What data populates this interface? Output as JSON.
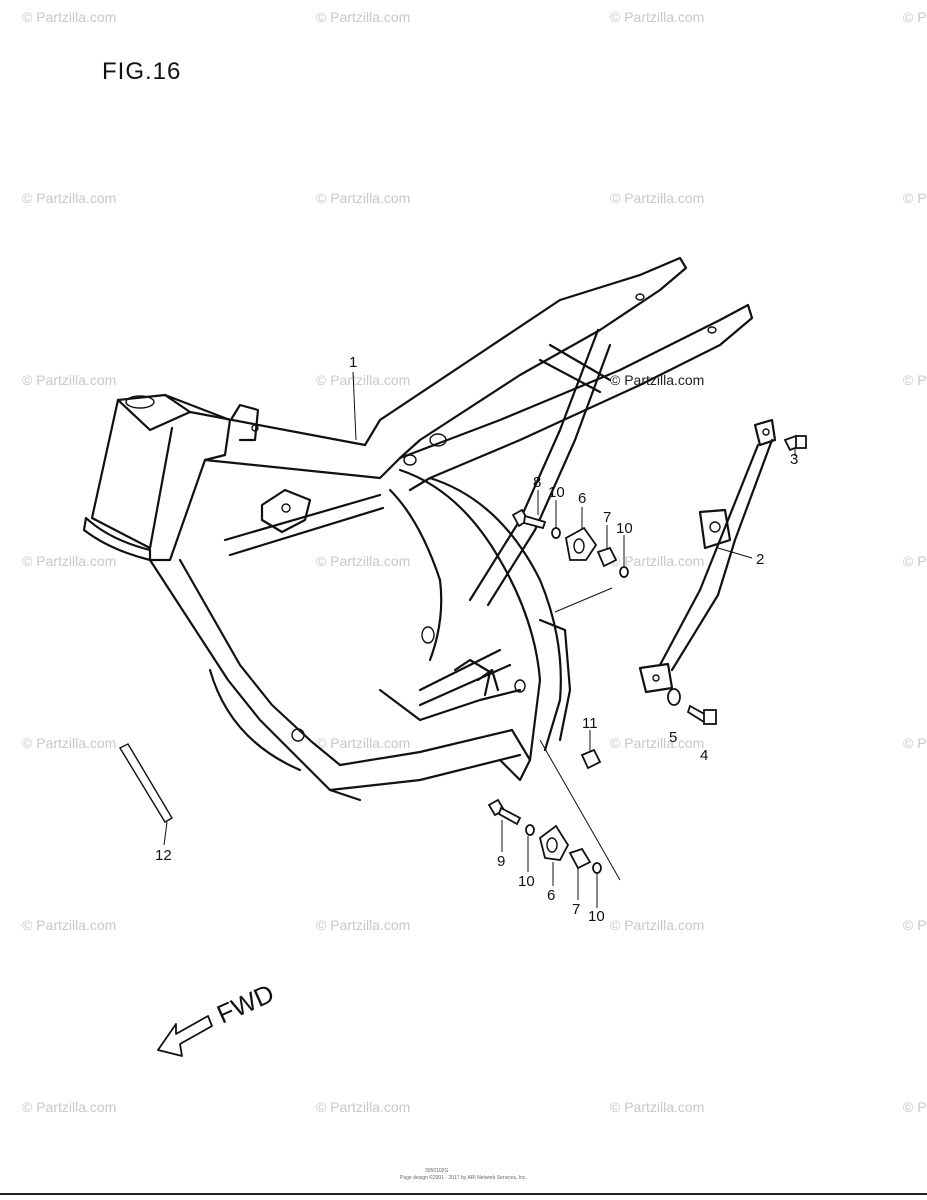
{
  "figure": {
    "title": "FIG.16"
  },
  "watermark": {
    "text": "© Partzilla.com",
    "short": "© P"
  },
  "callouts": [
    "1",
    "2",
    "3",
    "4",
    "5",
    "6",
    "7",
    "8",
    "9",
    "10",
    "11",
    "12"
  ],
  "direction": {
    "label": "FWD"
  },
  "footer": {
    "code": "3050102G",
    "copyright": "Page design ©2001 - 2017 by ARI Network Services, Inc."
  }
}
